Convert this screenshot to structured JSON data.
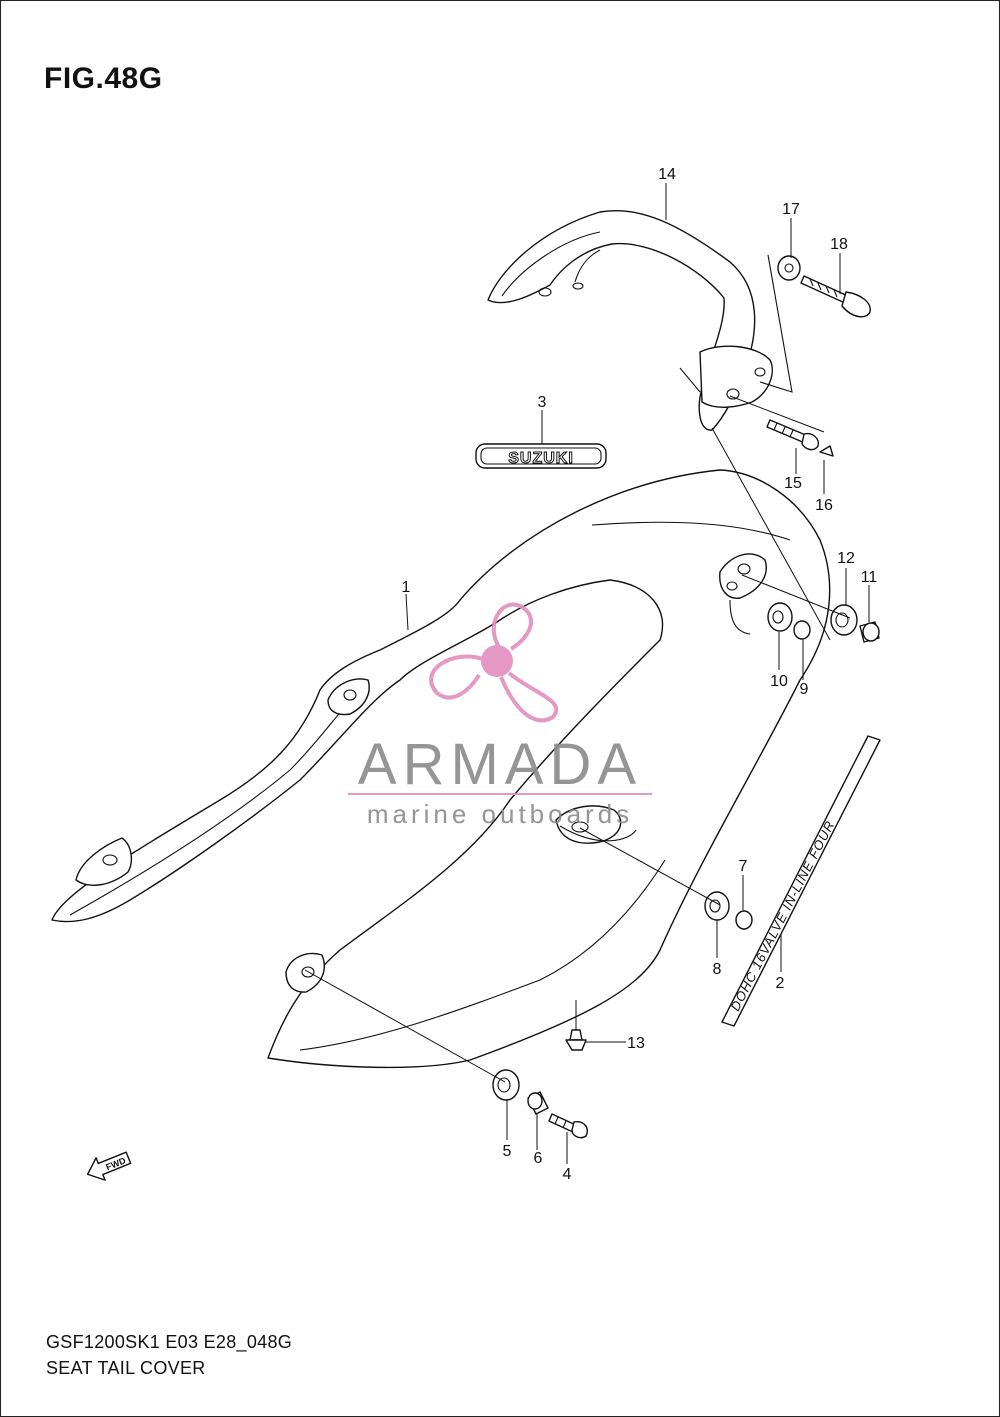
{
  "figure": {
    "title": "FIG.48G"
  },
  "footer": {
    "model_code": "GSF1200SK1 E03 E28_048G",
    "diagram_name": "SEAT TAIL COVER"
  },
  "callouts": [
    {
      "id": "1",
      "label": "1"
    },
    {
      "id": "2",
      "label": "2"
    },
    {
      "id": "3",
      "label": "3"
    },
    {
      "id": "4",
      "label": "4"
    },
    {
      "id": "5",
      "label": "5"
    },
    {
      "id": "6",
      "label": "6"
    },
    {
      "id": "7",
      "label": "7"
    },
    {
      "id": "8",
      "label": "8"
    },
    {
      "id": "9",
      "label": "9"
    },
    {
      "id": "10",
      "label": "10"
    },
    {
      "id": "11",
      "label": "11"
    },
    {
      "id": "12",
      "label": "12"
    },
    {
      "id": "13",
      "label": "13"
    },
    {
      "id": "14",
      "label": "14"
    },
    {
      "id": "15",
      "label": "15"
    },
    {
      "id": "16",
      "label": "16"
    },
    {
      "id": "17",
      "label": "17"
    },
    {
      "id": "18",
      "label": "18"
    }
  ],
  "emblem": {
    "text": "SUZUKI"
  },
  "decal": {
    "text": "DOHC 16VALVE IN-LINE FOUR"
  },
  "fwd_arrow": {
    "text": "FWD",
    "icon": "fwd-arrow-icon"
  },
  "watermark": {
    "brand": "ARMADA",
    "tagline": "marine outboards",
    "color": "#e38dbd",
    "icon": "propeller-logo-icon"
  }
}
